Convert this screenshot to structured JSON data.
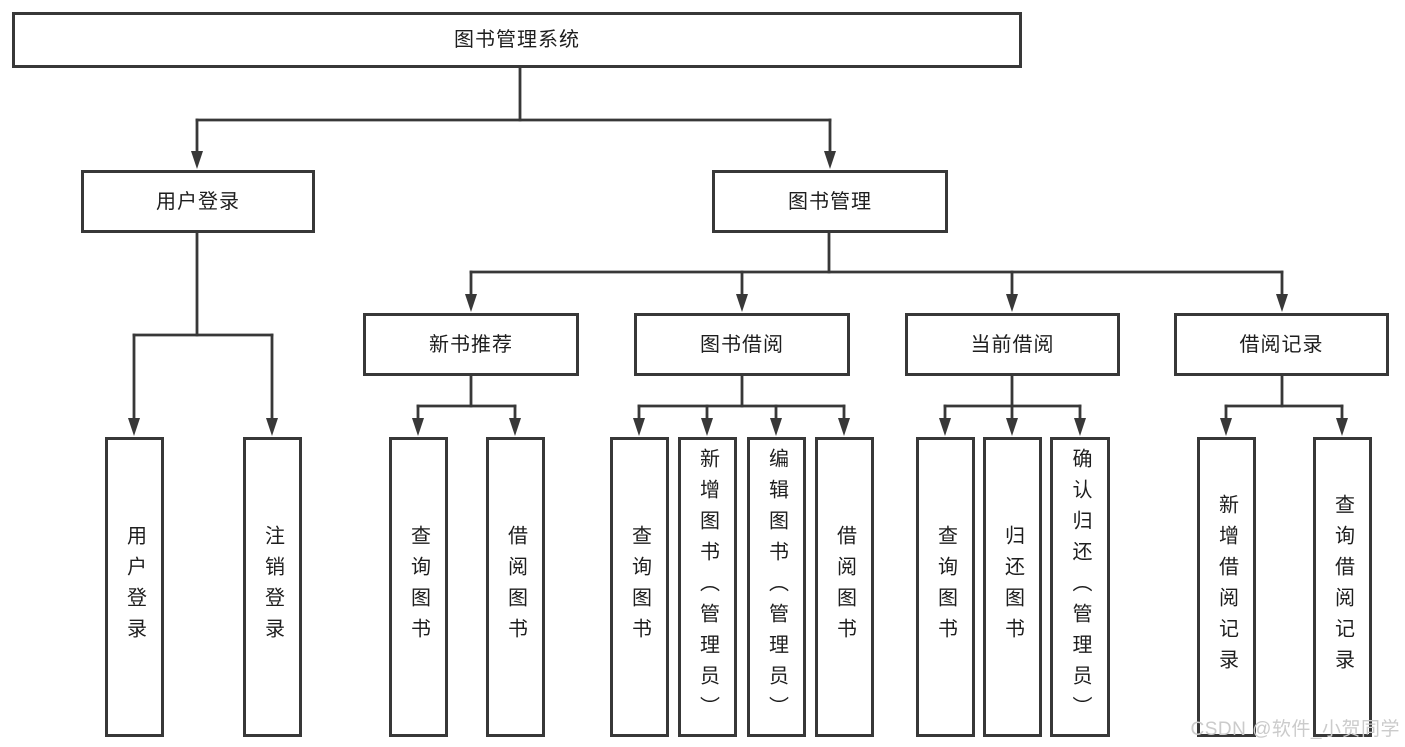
{
  "diagram": {
    "title": "图书管理系统",
    "root": {
      "label": "图书管理系统"
    },
    "level2": [
      {
        "label": "用户登录"
      },
      {
        "label": "图书管理"
      }
    ],
    "level3": [
      {
        "label": "新书推荐"
      },
      {
        "label": "图书借阅"
      },
      {
        "label": "当前借阅"
      },
      {
        "label": "借阅记录"
      }
    ],
    "leaves": [
      {
        "label": "用户登录"
      },
      {
        "label": "注销登录"
      },
      {
        "label": "查询图书"
      },
      {
        "label": "借阅图书"
      },
      {
        "label": "查询图书"
      },
      {
        "label": "新增图书（管理员）"
      },
      {
        "label": "编辑图书（管理员）"
      },
      {
        "label": "借阅图书"
      },
      {
        "label": "查询图书"
      },
      {
        "label": "归还图书"
      },
      {
        "label": "确认归还（管理员）"
      },
      {
        "label": "新增借阅记录"
      },
      {
        "label": "查询借阅记录"
      }
    ],
    "line_color": "#383838",
    "text_color": "#1e1e1e"
  },
  "watermark": {
    "text": "CSDN @软件_小贺同学",
    "color": "#cbcbcb"
  }
}
